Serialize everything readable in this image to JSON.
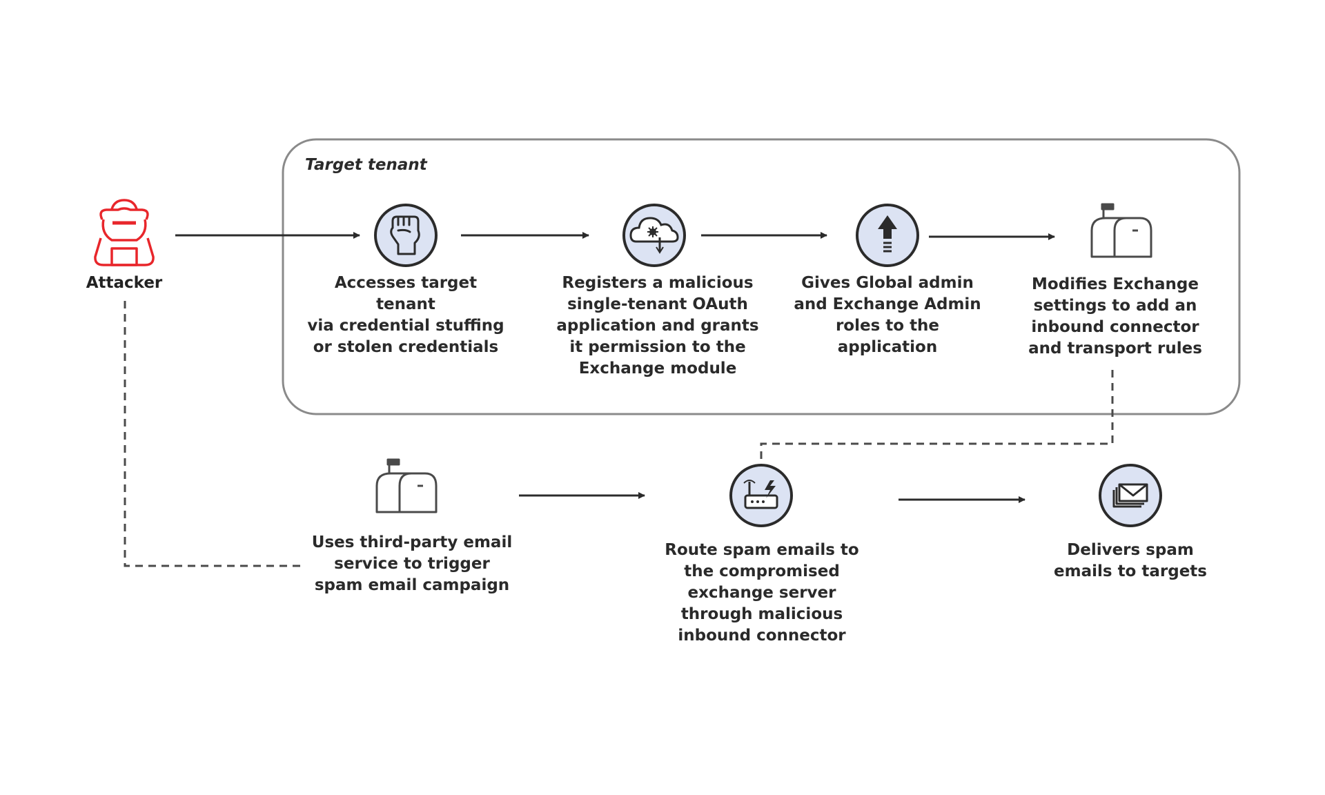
{
  "tenant_title": "Target tenant",
  "attacker": {
    "label": "Attacker",
    "icon": "hooded-attacker-icon",
    "color": "#e8262b"
  },
  "steps": [
    {
      "icon": "fist-icon",
      "label": "Accesses target tenant\nvia credential stuffing\nor stolen credentials"
    },
    {
      "icon": "cloud-app-icon",
      "label": "Registers a malicious\nsingle-tenant OAuth\napplication and grants\nit permission to the\nExchange module"
    },
    {
      "icon": "up-arrow-icon",
      "label": "Gives Global admin\nand Exchange Admin\nroles to the\napplication"
    },
    {
      "icon": "mailbox-icon",
      "label": "Modifies Exchange\nsettings to add an\ninbound connector\nand transport rules"
    },
    {
      "icon": "mailbox-icon",
      "label": "Uses third-party email\nservice to trigger\nspam email campaign"
    },
    {
      "icon": "router-icon",
      "label": "Route spam emails to\nthe compromised\nexchange server\nthrough malicious\ninbound connector"
    },
    {
      "icon": "envelope-stack-icon",
      "label": "Delivers spam\nemails to targets"
    }
  ],
  "colors": {
    "icon_fill": "#dce3f3",
    "stroke": "#2b2b2b",
    "box_border": "#8a8a8a",
    "attacker": "#e8262b"
  }
}
